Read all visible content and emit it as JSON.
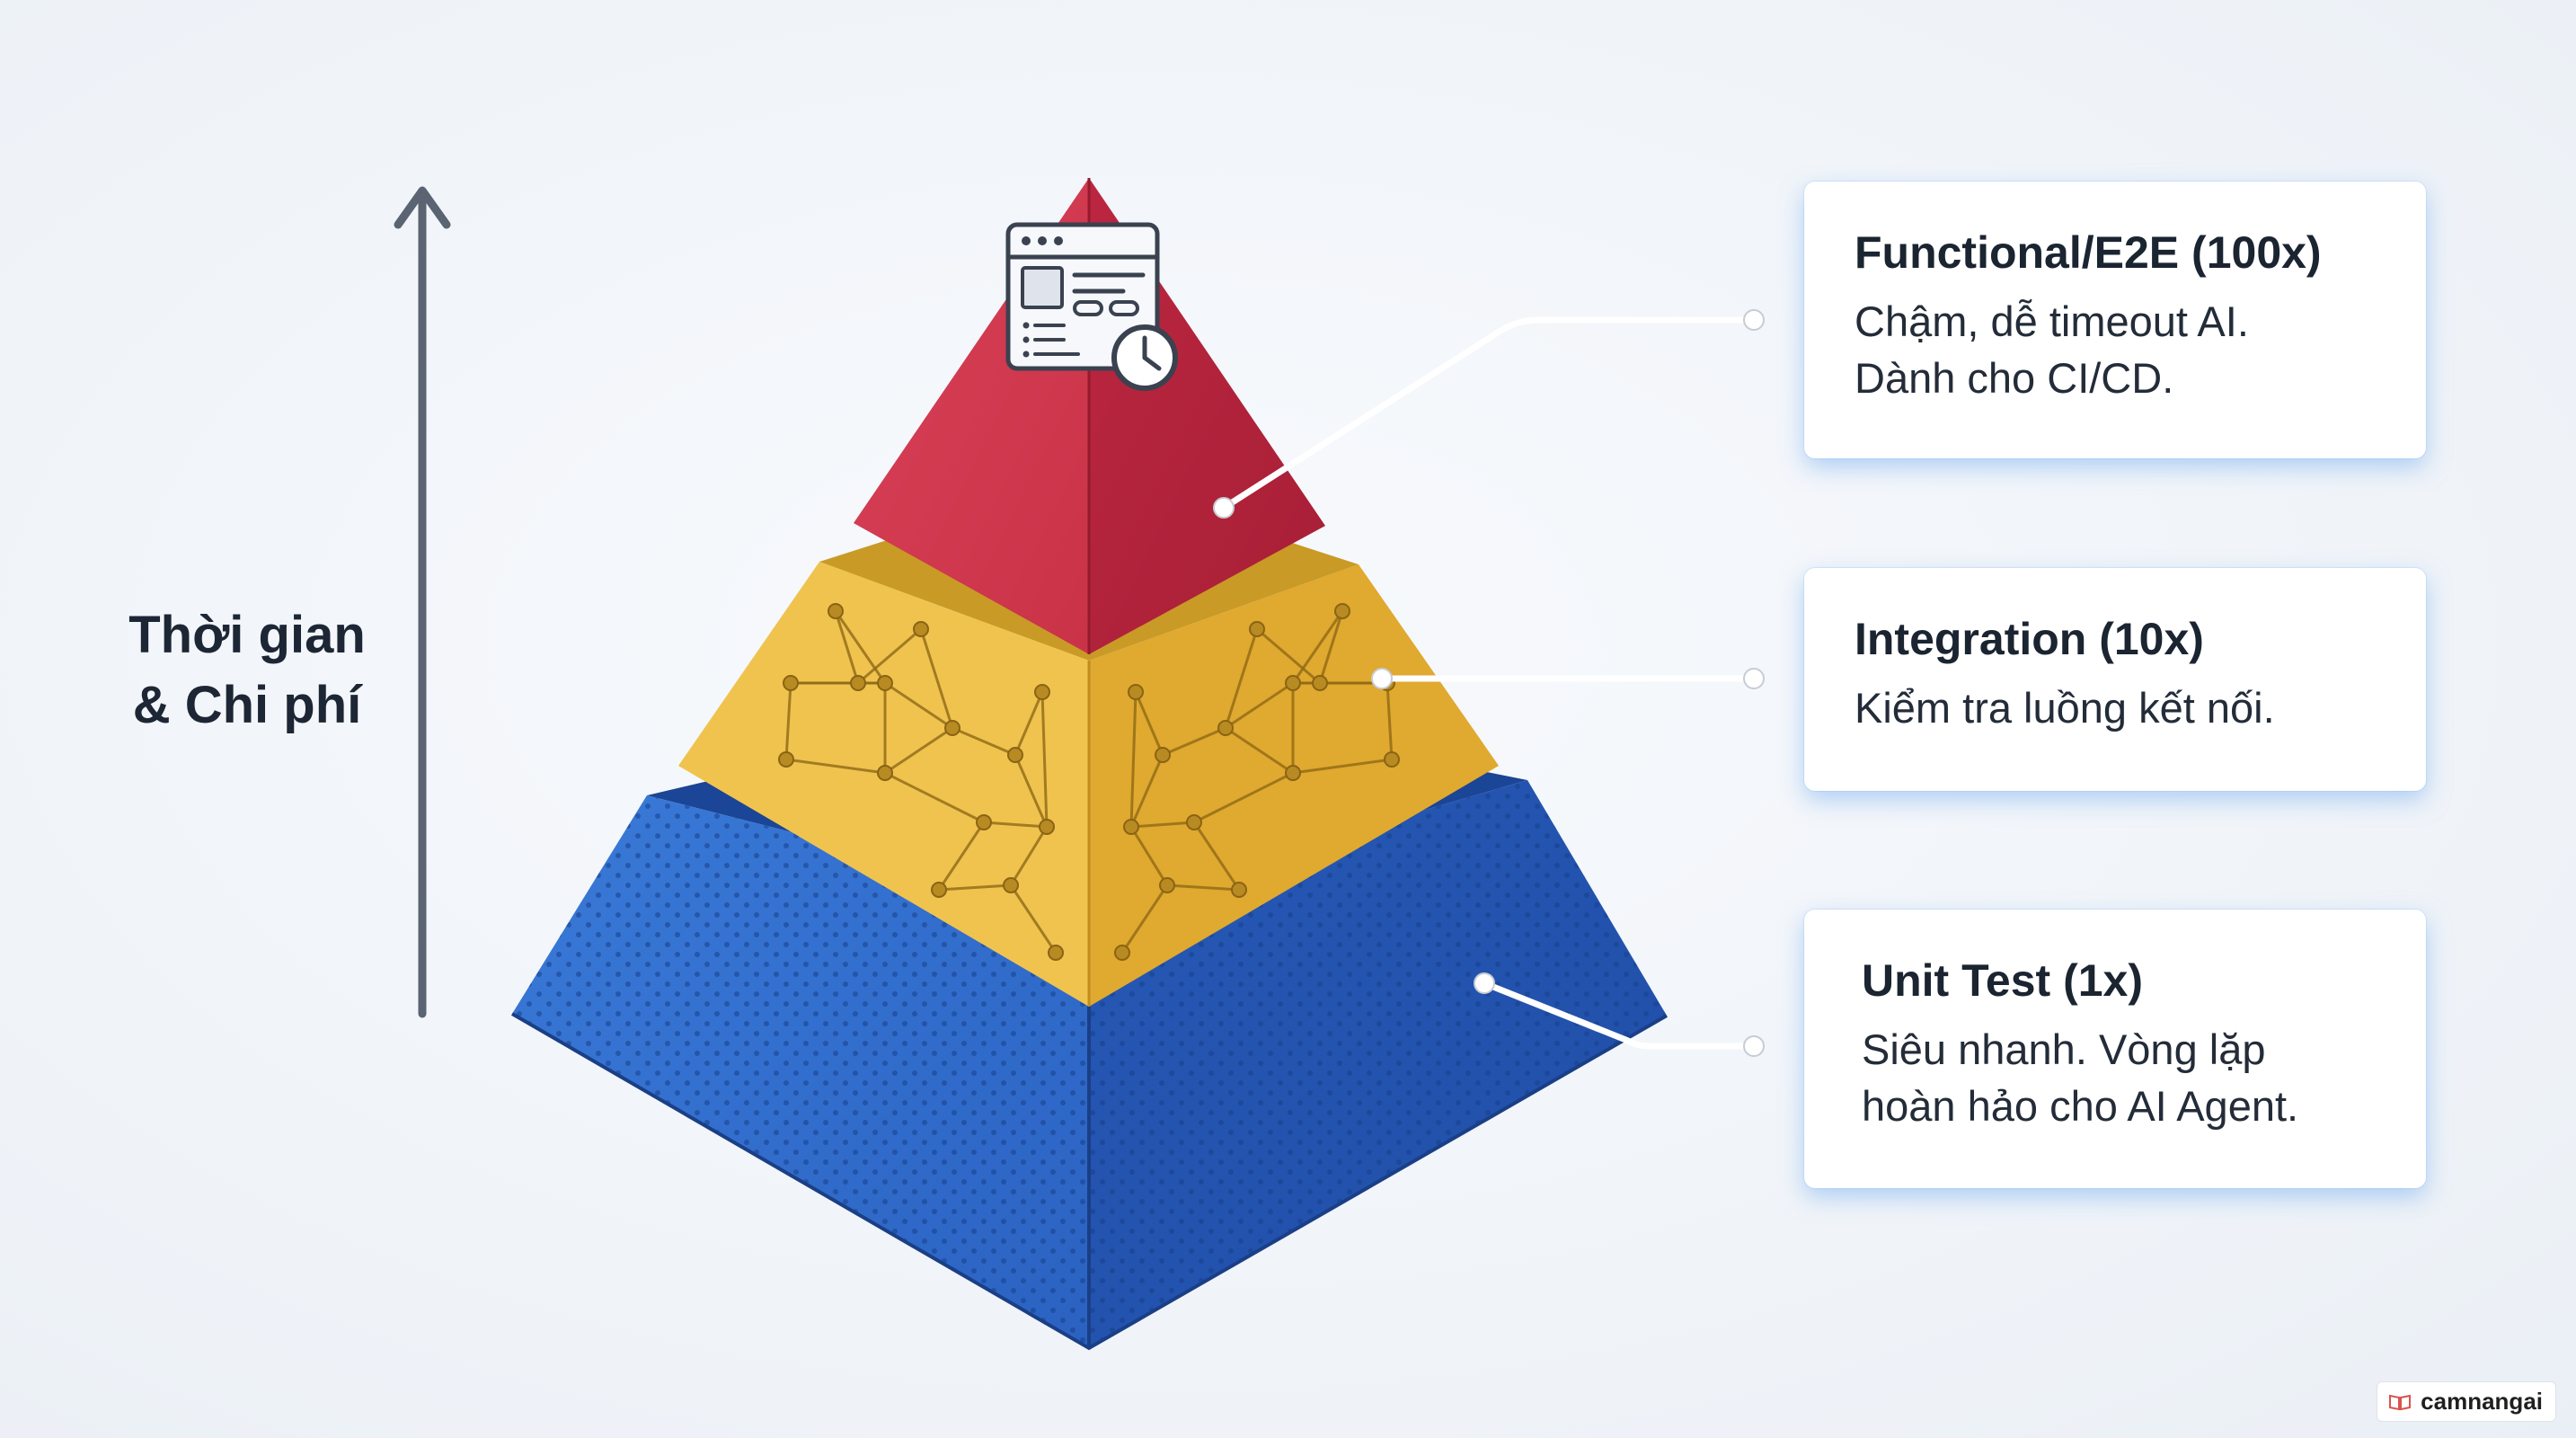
{
  "axis": {
    "label_line1": "Thời gian",
    "label_line2": "& Chi phí"
  },
  "levels": [
    {
      "title": "Functional/E2E (100x)",
      "desc_line1": "Chậm, dễ timeout AI.",
      "desc_line2": "Dành cho CI/CD.",
      "color": "#c8344a"
    },
    {
      "title": "Integration (10x)",
      "desc_line1": "Kiểm tra luồng kết nối.",
      "desc_line2": "",
      "color": "#e9b93c"
    },
    {
      "title": "Unit Test (1x)",
      "desc_line1": "Siêu nhanh. Vòng lặp",
      "desc_line2": "hoàn hảo cho AI Agent.",
      "color": "#2c68c8"
    }
  ],
  "top_icon": "browser-window-clock-icon",
  "watermark": {
    "text": "camnangai",
    "icon": "book-icon"
  }
}
